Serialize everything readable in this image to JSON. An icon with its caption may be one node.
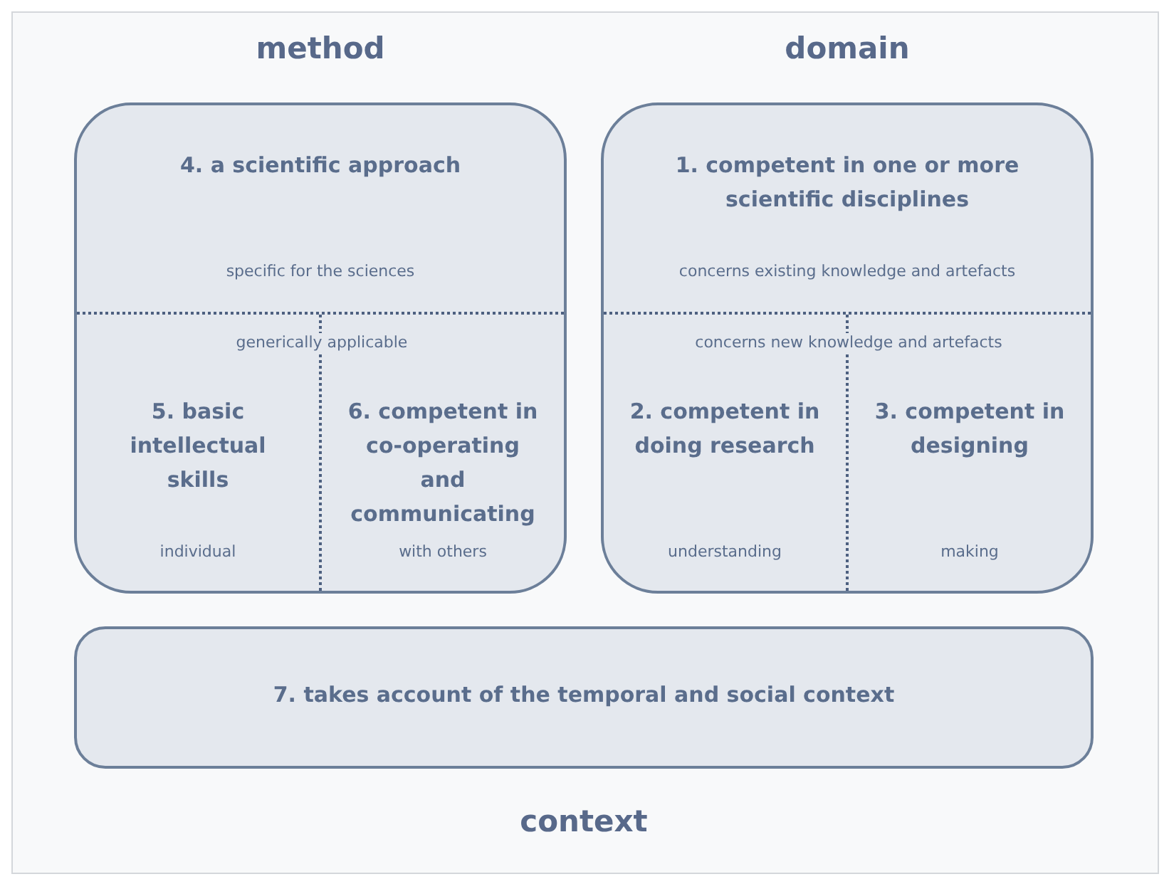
{
  "diagram": {
    "nodes": [
      {
        "text": [
          "method"
        ]
      },
      {
        "text": [
          "4. a scientific approach",
          "specific for the sciences"
        ],
        "in": 0
      },
      {
        "text": [
          "5. basic intellectual skills",
          "individual"
        ],
        "in": 0
      },
      {
        "text": [
          "6. competent in co-operating and communicating",
          "with others"
        ],
        "in": 0
      },
      {
        "text": [
          "domain"
        ]
      },
      {
        "text": [
          "1. competent in one or more scientific disciplines",
          "concerns existing knowledge and artefacts"
        ],
        "in": 4
      },
      {
        "text": [
          "2. competent in doing research",
          "understanding"
        ],
        "in": 4
      },
      {
        "text": [
          "3. competent in designing",
          "making"
        ],
        "in": 4
      },
      {
        "text": [
          "7. takes account of the temporal and social context",
          "context"
        ]
      }
    ],
    "edges": [],
    "labels": [
      "generically applicable",
      "concerns new knowledge and artefacts"
    ]
  }
}
